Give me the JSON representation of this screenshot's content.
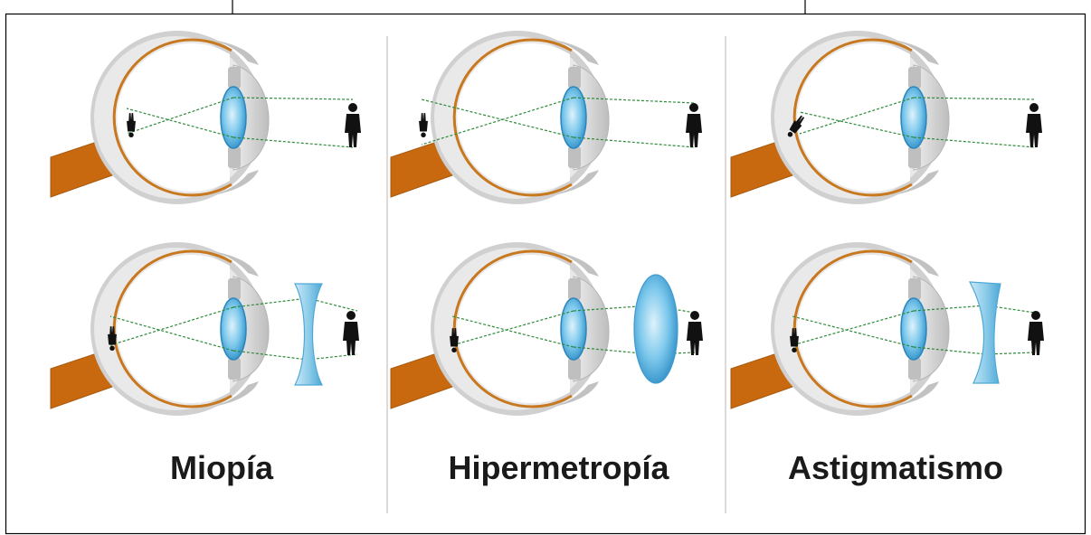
{
  "labels": {
    "miopia": "Miopía",
    "hipermetropia": "Hipermetropía",
    "astigmatismo": "Astigmatismo"
  },
  "colors": {
    "sclera_outer": "#cfcfcf",
    "sclera_inner": "#f4f4f4",
    "retina": "#c8781e",
    "optic_nerve": "#c8690f",
    "lens": "#4aa6d8",
    "corrective_lens": "#7cc3e6",
    "ray": "#2e8b3a",
    "figure": "#111111",
    "divider": "#c8c8c8",
    "border": "#000000"
  }
}
